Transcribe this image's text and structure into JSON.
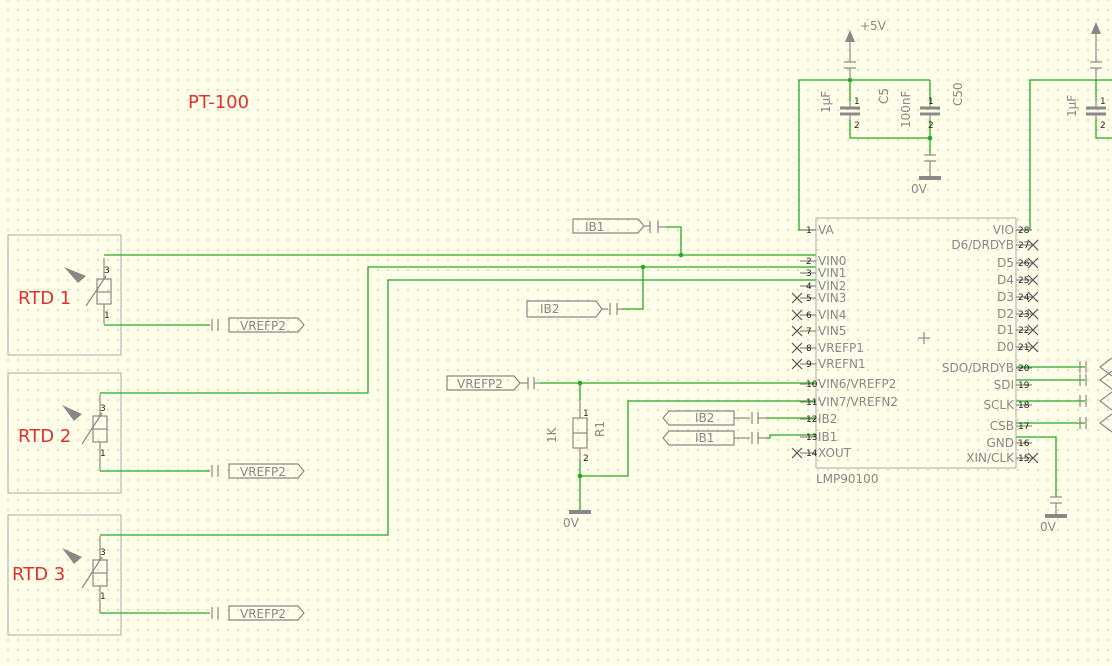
{
  "title": "PT-100",
  "rtds": [
    {
      "label": "RTD 1",
      "pin_top": "3",
      "pin_bottom": "1"
    },
    {
      "label": "RTD 2",
      "pin_top": "3",
      "pin_bottom": "1"
    },
    {
      "label": "RTD 3",
      "pin_top": "3",
      "pin_bottom": "1"
    }
  ],
  "ports": {
    "vrefp2": "VREFP2",
    "ib1": "IB1",
    "ib2": "IB2"
  },
  "power": {
    "vplus": "+5V",
    "ground": "0V"
  },
  "caps": {
    "c1_value": "1µF",
    "c1_name": "C5",
    "c2_value": "100nF",
    "c2_name": "C50",
    "c3_value": "1µF",
    "pin1": "1",
    "pin2": "2"
  },
  "resistor": {
    "value": "1K",
    "name": "R1",
    "pin1": "1",
    "pin2": "2"
  },
  "ic": {
    "name": "LMP90100",
    "left_pins": [
      {
        "num": "1",
        "name": "VA"
      },
      {
        "num": "2",
        "name": "VIN0"
      },
      {
        "num": "3",
        "name": "VIN1"
      },
      {
        "num": "4",
        "name": "VIN2"
      },
      {
        "num": "5",
        "name": "VIN3"
      },
      {
        "num": "6",
        "name": "VIN4"
      },
      {
        "num": "7",
        "name": "VIN5"
      },
      {
        "num": "8",
        "name": "VREFP1"
      },
      {
        "num": "9",
        "name": "VREFN1"
      },
      {
        "num": "10",
        "name": "VIN6/VREFP2"
      },
      {
        "num": "11",
        "name": "VIN7/VREFN2"
      },
      {
        "num": "12",
        "name": "IB2"
      },
      {
        "num": "13",
        "name": "IB1"
      },
      {
        "num": "14",
        "name": "XOUT"
      }
    ],
    "right_pins": [
      {
        "num": "28",
        "name": "VIO"
      },
      {
        "num": "27",
        "name": "D6/DRDYB"
      },
      {
        "num": "26",
        "name": "D5"
      },
      {
        "num": "25",
        "name": "D4"
      },
      {
        "num": "24",
        "name": "D3"
      },
      {
        "num": "23",
        "name": "D2"
      },
      {
        "num": "22",
        "name": "D1"
      },
      {
        "num": "21",
        "name": "D0"
      },
      {
        "num": "20",
        "name": "SDO/DRDYB"
      },
      {
        "num": "19",
        "name": "SDI"
      },
      {
        "num": "18",
        "name": "SCLK"
      },
      {
        "num": "17",
        "name": "CSB"
      },
      {
        "num": "16",
        "name": "GND"
      },
      {
        "num": "15",
        "name": "XIN/CLK"
      }
    ]
  }
}
